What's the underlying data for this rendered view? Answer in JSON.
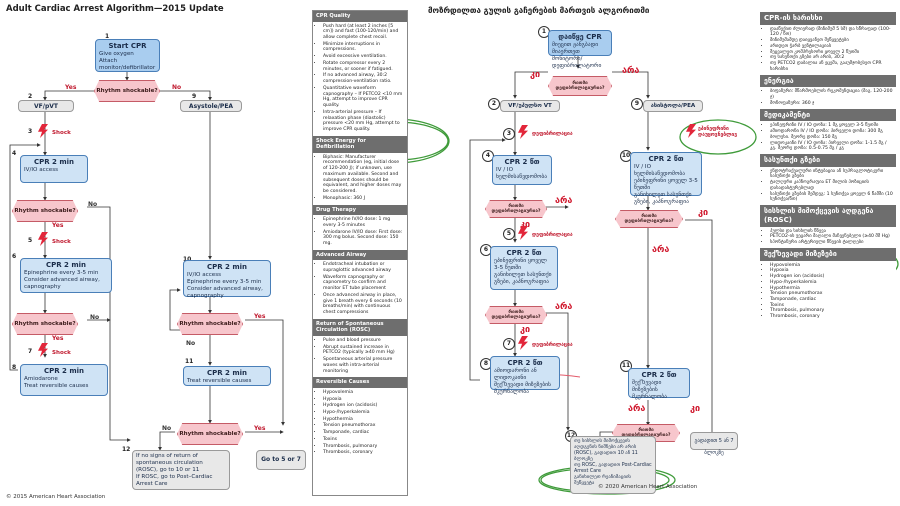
{
  "left": {
    "title": "Adult Cardiac Arrest Algorithm—2015 Update",
    "copyright": "© 2015 American Heart Association",
    "start": {
      "num": "1",
      "title": "Start CPR",
      "items": [
        "Give oxygen",
        "Attach monitor/defibrillator"
      ]
    },
    "rhythm1": "Rhythm shockable?",
    "yes": "Yes",
    "no": "No",
    "shock": "Shock",
    "vf": {
      "num": "2",
      "label": "VF/pVT"
    },
    "asys": {
      "num": "9",
      "label": "Asystole/PEA"
    },
    "cpr4": {
      "num": "4",
      "title": "CPR 2 min",
      "items": [
        "IV/IO access"
      ]
    },
    "cpr6": {
      "num": "6",
      "title": "CPR 2 min",
      "items": [
        "Epinephrine every 3-5 min",
        "Consider advanced airway, capnography"
      ]
    },
    "cpr8": {
      "num": "8",
      "title": "CPR 2 min",
      "items": [
        "Amiodarone",
        "Treat reversible causes"
      ]
    },
    "cpr10": {
      "num": "10",
      "title": "CPR 2 min",
      "items": [
        "IV/IO access",
        "Epinephrine every 3-5 min",
        "Consider advanced airway, capnography"
      ]
    },
    "cpr11": {
      "num": "11",
      "title": "CPR 2 min",
      "items": [
        "Treat reversible causes"
      ]
    },
    "n12": {
      "num": "12",
      "items": [
        "If no signs of return of spontaneous circulation (ROSC), go to 10 or 11",
        "If ROSC, go to Post–Cardiac Arrest Care"
      ]
    },
    "goto": "Go to 5 or 7",
    "nums": {
      "n3": "3",
      "n5": "5",
      "n7": "7"
    }
  },
  "right_panel": {
    "cpr_quality": {
      "title": "CPR Quality",
      "items": [
        "Push hard (at least 2 inches [5 cm]) and fast (100-120/min) and allow complete chest recoil.",
        "Minimize interruptions in compressions.",
        "Avoid excessive ventilation.",
        "Rotate compressor every 2 minutes, or sooner if fatigued.",
        "If no advanced airway, 30:2 compression-ventilation ratio.",
        "Quantitative waveform capnography – If PETCO2 <10 mm Hg, attempt to improve CPR quality.",
        "Intra-arterial pressure – If relaxation phase (diastolic) pressure <20 mm Hg, attempt to improve CPR quality."
      ]
    },
    "shock_energy": {
      "title": "Shock Energy for Defibrillation",
      "items": [
        "Biphasic: Manufacturer recommendation (eg, initial dose of 120-200 J); if unknown, use maximum available. Second and subsequent doses should be equivalent, and higher doses may be considered.",
        "Monophasic: 360 J"
      ]
    },
    "drug": {
      "title": "Drug Therapy",
      "items": [
        "Epinephrine IV/IO dose: 1 mg every 3-5 minutes",
        "Amiodarone IV/IO dose: First dose: 300 mg bolus. Second dose: 150 mg."
      ]
    },
    "airway": {
      "title": "Advanced Airway",
      "items": [
        "Endotracheal intubation or supraglottic advanced airway",
        "Waveform capnography or capnometry to confirm and monitor ET tube placement",
        "Once advanced airway in place, give 1 breath every 6 seconds (10 breaths/min) with continuous chest compressions"
      ]
    },
    "rosc": {
      "title": "Return of Spontaneous Circulation (ROSC)",
      "items": [
        "Pulse and blood pressure",
        "Abrupt sustained increase in PETCO2 (typically ≥40 mm Hg)",
        "Spontaneous arterial pressure waves with intra-arterial monitoring"
      ]
    },
    "rev": {
      "title": "Reversible Causes",
      "items": [
        "Hypovolemia",
        "Hypoxia",
        "Hydrogen ion (acidosis)",
        "Hypo-/hyperkalemia",
        "Hypothermia",
        "Tension pneumothorax",
        "Tamponade, cardiac",
        "Toxins",
        "Thrombosis, pulmonary",
        "Thrombosis, coronary"
      ]
    }
  },
  "geo": {
    "title": "მოზრდილთა გულის გაჩერების მართვის ალგორითმი",
    "copyright": "© 2020 American Heart Association",
    "start": {
      "num": "1",
      "title": "დაიწყე CPR",
      "items": [
        "მიეცით ჟანგბადი",
        "მიაერთეთ მონიტორი/დეფიბრილატორი"
      ]
    },
    "ki": "კი",
    "ara": "არა",
    "shockable": "რითმი დეფიბრილაციურია?",
    "shock": "დეფიბრილაცია",
    "vf": {
      "num": "2",
      "label": "VF/უპულსო VT"
    },
    "asys": {
      "num": "9",
      "label": "ასისტოლა/PEA"
    },
    "epi_asap": "ეპინეფრინი დაუყოვნებლივ",
    "cpr4": {
      "num": "4",
      "title": "CPR 2 წთ",
      "items": [
        "IV / IO ხელმისაწვდომობა"
      ]
    },
    "cpr6": {
      "num": "6",
      "title": "CPR 2 წთ",
      "items": [
        "ეპინეფრინი ყოველ 3-5 წუთში",
        "განიხილეთ სასუნთქი გზები, კაპნოგრაფია"
      ]
    },
    "cpr8": {
      "num": "8",
      "title": "CPR 2 წთ",
      "items": [
        "ამიოდარონი ან ლიდოკაინი",
        "შექႪევადი მიზეზების მკურნალობა"
      ]
    },
    "cpr10": {
      "num": "10",
      "title": "CPR 2 წთ",
      "items": [
        "IV / IO ხელმისაწვდომობა",
        "ეპინეფრინი ყოველ 3-5 წუთში",
        "განიხილეთ სასუნთქი გზები, კაპნოგრაფია"
      ]
    },
    "cpr11": {
      "num": "11",
      "title": "CPR 2 წთ",
      "items": [
        "შექႪევადი მიზეზების მკურნალობა"
      ]
    },
    "n12": {
      "num": "12",
      "items": [
        "თუ სისხლის მიმოქცევის აღდგენის ნიშნები არ არის (ROSC), გადადით 10 ან 11 ბლოკზე",
        "თუ ROSC, გადადით Post-Cardiac Arrest Care",
        "განიხილეთ რეანიმაციის შეწყვეტა"
      ]
    },
    "goto": "გადადით 5 ან 7 ბლოკზე"
  },
  "geo_panel": {
    "cpr_quality": {
      "title": "CPR-ის ხარისხი",
      "items": [
        "დააწექით ძლიერად (მინიმუმ 5 სმ) და სწრაფად (100-120 / წთ)",
        "მინიმუმამდე დაიყვანეთ შეწყვეტები",
        "არიდეთ ჭარბ ვენტილაციას",
        "შეცვალეთ კომპრესორი ყოველ 2 წუთში",
        "თუ სასუნთქი გზები არ არის, 30:2",
        "თუ PETCO2 დაბალია ან ეცემა, გააუმჯობესეთ CPR ხარისხი"
      ]
    },
    "shock": {
      "title": "ენერგია",
      "items": [
        "ბიფაზური: მწარმოებლის რეკომენდაცია (მაგ. 120-200 ჯ)",
        "მონოფაზური: 360 ჯ"
      ]
    },
    "drug": {
      "title": "მედიკამენტი",
      "items": [
        "ეპინეფრინი IV / IO დოზა: 1 მგ ყოველ 3-5 წუთში",
        "ამიოდარონი IV / IO დოზა: პირველი დოზა: 300 მგ ბოლუსი. მეორე დოზა: 150 მგ",
        "ლიდოკაინი IV / IO დოზა: პირველი დოზა: 1-1.5 მგ / კგ. მეორე დოზა: 0.5-0.75 მგ / კგ"
      ]
    },
    "airway": {
      "title": "სასუნთქი გზები",
      "items": [
        "ენდოტრაქეალური ინტუბაცია ან სუპრაგლოტიკური სასუნთქი გზები",
        "ტალღური კაპნოგრაფია ET მილის პოზიციის დასადასტურებლად",
        "სასუნთქი გზების შემდეგ: 1 სუნთქვა ყოველ 6 წამში (10 სუნთქვა/წთ)"
      ]
    },
    "rosc": {
      "title": "სისხლის მიმოქცევის აღდგენა (ROSC)",
      "items": [
        "პულსი და სისხლის წნევა",
        "PETCO2-ის უეცარი მაღალი მაჩვენებელი (≥40 მმ Hg)",
        "სპონტანური არტერიული წნევის ტალღები"
      ]
    },
    "rev": {
      "title": "შექႪევადი მიზეზები",
      "items": [
        "Hypovolemia",
        "Hypoxia",
        "Hydrogen ion (acidosis)",
        "Hypo-/hyperkalemia",
        "Hypothermia",
        "Tension pneumothorax",
        "Tamponade, cardiac",
        "Toxins",
        "Thrombosis, pulmonary",
        "Thrombosis, coronary"
      ]
    }
  },
  "colors": {
    "flow_blue": "#cfe3f5",
    "decision_pink": "#f7c6cc",
    "shock_red": "#e2263a",
    "highlight_green": "#3f9b3a"
  }
}
